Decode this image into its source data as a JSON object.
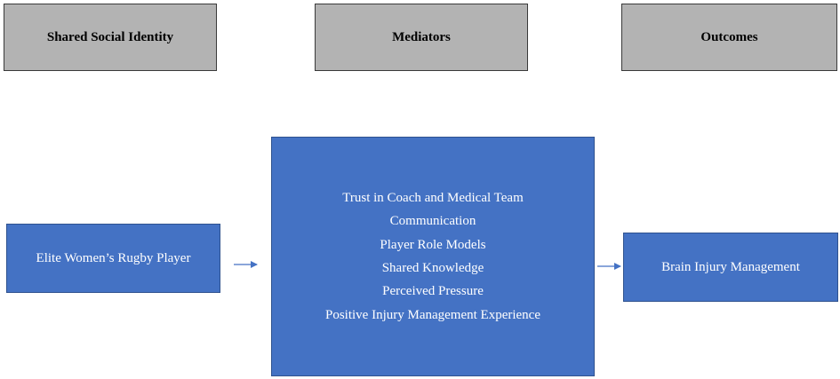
{
  "headers": {
    "identity": "Shared Social Identity",
    "mediators": "Mediators",
    "outcomes": "Outcomes"
  },
  "nodes": {
    "player": "Elite Women’s Rugby Player",
    "mediators": [
      "Trust in Coach and Medical Team",
      "Communication",
      "Player Role Models",
      "Shared Knowledge",
      "Perceived Pressure",
      "Positive Injury Management Experience"
    ],
    "outcome": "Brain Injury Management"
  },
  "colors": {
    "header_fill": "#b3b3b3",
    "node_fill": "#4472c4",
    "arrow": "#4472c4"
  }
}
